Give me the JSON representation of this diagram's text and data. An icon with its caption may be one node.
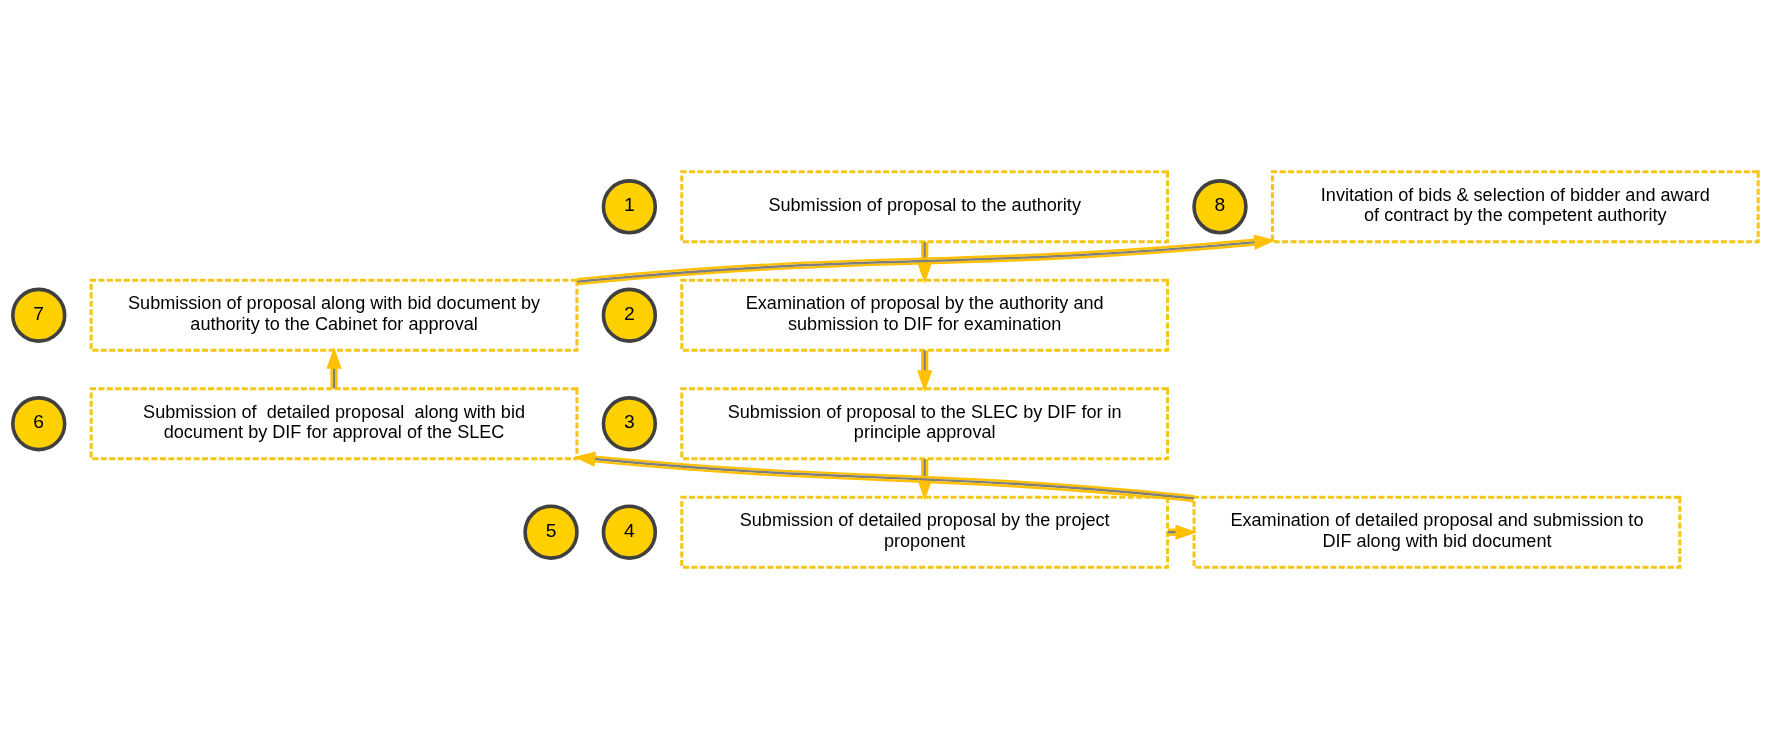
{
  "diagram": {
    "nodes": [
      {
        "text": [
          "1"
        ]
      },
      {
        "text": [
          "Submission of proposal to the authority"
        ]
      },
      {
        "text": [
          "2"
        ]
      },
      {
        "text": [
          "Examination of proposal by the authority and submission to DIF for examination"
        ]
      },
      {
        "text": [
          "3"
        ]
      },
      {
        "text": [
          "Submission of proposal to the SLEC by DIF for in principle approval"
        ]
      },
      {
        "text": [
          "4"
        ]
      },
      {
        "text": [
          "Submission of detailed proposal by the project proponent"
        ]
      },
      {
        "text": [
          "5"
        ]
      },
      {
        "text": [
          "Examination of detailed proposal and submission to DIF along with bid document"
        ]
      },
      {
        "text": [
          "6"
        ]
      },
      {
        "text": [
          "Submission of  detailed proposal  along with bid document by DIF for approval of the SLEC"
        ]
      },
      {
        "text": [
          "7"
        ]
      },
      {
        "text": [
          "Submission of proposal along with bid document by authority to the Cabinet for approval"
        ]
      },
      {
        "text": [
          "8"
        ]
      },
      {
        "text": [
          "Invitation of bids & selection of bidder and award of contract by the competent authority"
        ]
      }
    ],
    "edges": [
      {
        "from": 1,
        "to": 3,
        "arrow": "to"
      },
      {
        "from": 3,
        "to": 5,
        "arrow": "to"
      },
      {
        "from": 5,
        "to": 7,
        "arrow": "to"
      },
      {
        "from": 7,
        "to": 9,
        "arrow": "to"
      },
      {
        "from": 9,
        "to": 11,
        "arrow": "to"
      },
      {
        "from": 11,
        "to": 13,
        "arrow": "to"
      },
      {
        "from": 13,
        "to": 15,
        "arrow": "to"
      }
    ]
  }
}
